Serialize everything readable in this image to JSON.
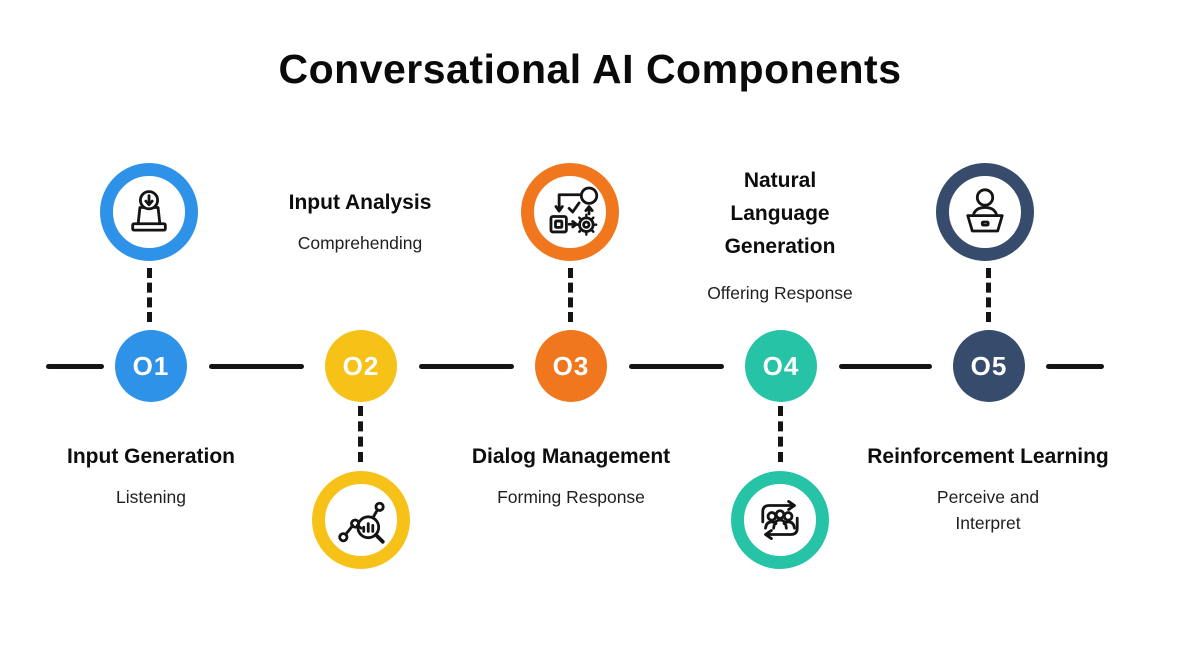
{
  "title": "Conversational AI Components",
  "timeline": {
    "line_color": "#141414",
    "background": "#ffffff"
  },
  "nodes": [
    {
      "id": "O1",
      "title": "Input Generation",
      "subtitle": "Listening",
      "color": "#2E93E8",
      "icon": "laptop-download-icon",
      "icon_position": "above",
      "label_position": "below"
    },
    {
      "id": "O2",
      "title": "Input Analysis",
      "subtitle": "Comprehending",
      "color": "#F6C217",
      "icon": "data-analysis-magnifier-icon",
      "icon_position": "below",
      "label_position": "above"
    },
    {
      "id": "O3",
      "title": "Dialog Management",
      "subtitle": "Forming Response",
      "color": "#F1771F",
      "icon": "process-flowchart-icon",
      "icon_position": "above",
      "label_position": "below"
    },
    {
      "id": "O4",
      "title": "Natural Language Generation",
      "subtitle": "Offering Response",
      "color": "#27C3A6",
      "icon": "people-cycle-icon",
      "icon_position": "below",
      "label_position": "above"
    },
    {
      "id": "O5",
      "title": "Reinforcement Learning",
      "subtitle": "Perceive and Interpret",
      "color": "#374B6D",
      "icon": "person-at-laptop-icon",
      "icon_position": "above",
      "label_position": "below"
    }
  ]
}
